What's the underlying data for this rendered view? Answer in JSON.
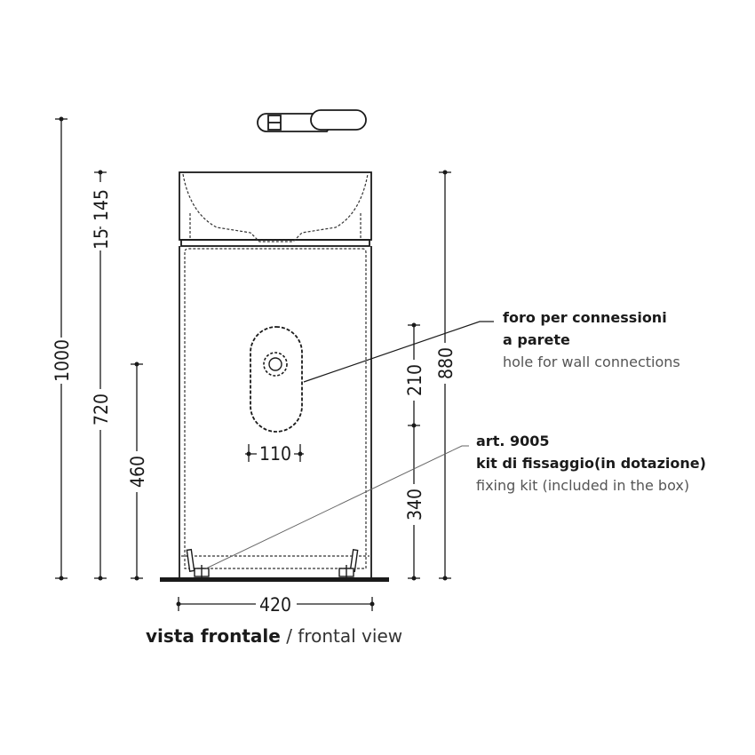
{
  "dimensions": {
    "d145": "145",
    "d15": "15",
    "d1000": "1000",
    "d720": "720",
    "d460": "460",
    "d880": "880",
    "d210": "210",
    "d340": "340",
    "d110": "110",
    "d420": "420"
  },
  "callouts": {
    "wall_hole": {
      "line1": "foro per connessioni",
      "line2": "a parete",
      "line3": "hole for wall connections"
    },
    "fixing_kit": {
      "line1": "art. 9005",
      "line2": "kit di fissaggio(in dotazione)",
      "line3": "fixing kit (included in the box)"
    }
  },
  "caption": {
    "bold": "vista frontale",
    "separator": " / ",
    "light": "frontal view"
  }
}
